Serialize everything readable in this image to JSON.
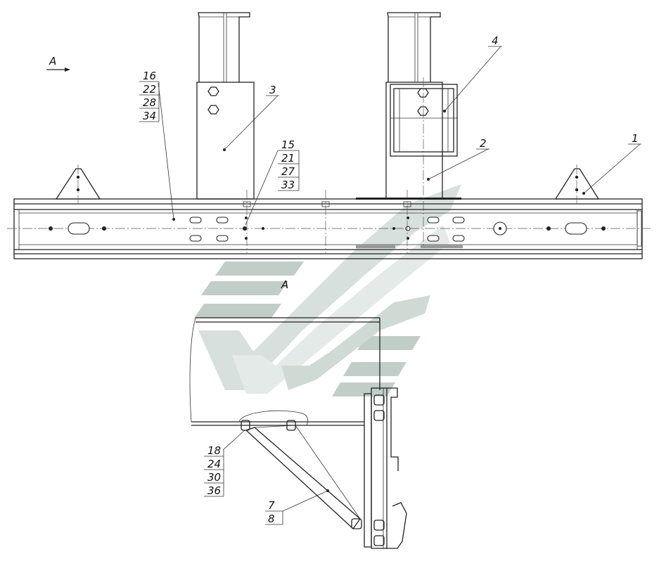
{
  "view_marker": {
    "arrow_label": "A",
    "section_label": "A"
  },
  "callouts": {
    "c16": [
      "16",
      "22",
      "28",
      "34"
    ],
    "c15": [
      "15",
      "21",
      "27",
      "33"
    ],
    "c18": [
      "18",
      "24",
      "30",
      "36"
    ],
    "c7": [
      "7",
      "8"
    ],
    "c1": "1",
    "c2": "2",
    "c3": "3",
    "c4": "4"
  },
  "colors": {
    "line": "#222222",
    "watermark": "#b8c8c0",
    "weld": "#999999"
  }
}
